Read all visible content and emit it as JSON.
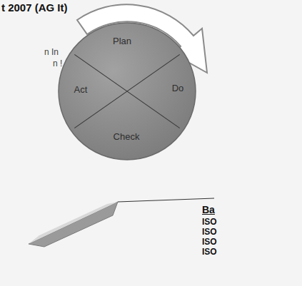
{
  "diagram": {
    "nodes": [
      {
        "text": [
          "Plan",
          "Do",
          "Check",
          "Act"
        ]
      }
    ],
    "labels": [
      "t 2007 (AG It)",
      "n In",
      "n !",
      "Ba",
      "ISO",
      "ISO",
      "ISO",
      "ISO"
    ]
  }
}
